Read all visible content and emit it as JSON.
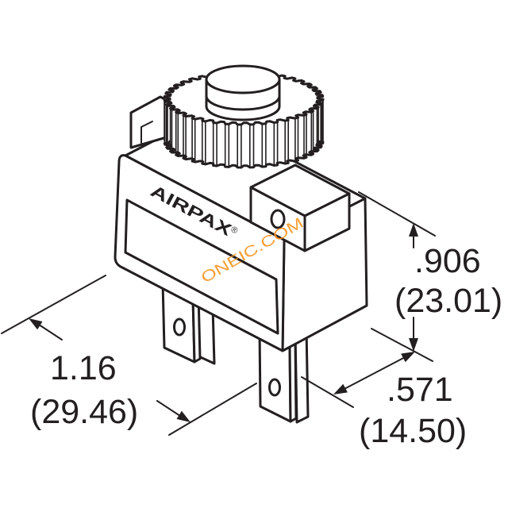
{
  "figure": {
    "logo": {
      "brand": "AIRPAX",
      "mark": "®"
    },
    "watermark": "ONEIC.COM",
    "dimensions": {
      "vertical": {
        "inch": ".906",
        "mm": "(23.01)"
      },
      "left": {
        "inch": "1.16",
        "mm": "(29.46)"
      },
      "terminal": {
        "inch": ".571",
        "mm": "(14.50)"
      }
    },
    "colors": {
      "line": "#231f20",
      "watermark": "#f7941d",
      "background": "#ffffff"
    }
  }
}
